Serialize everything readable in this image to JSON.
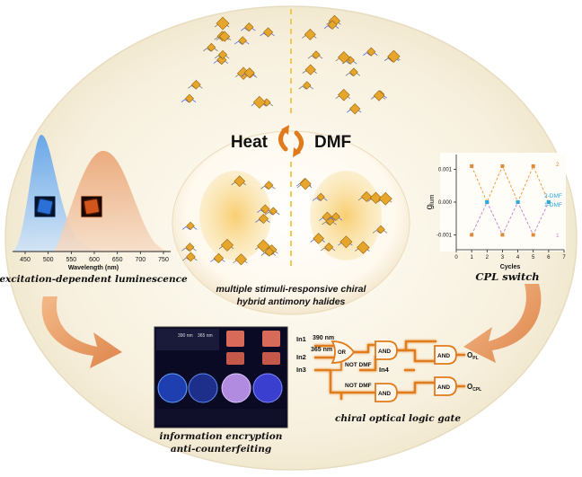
{
  "colors": {
    "outer_bg": "#f6efdc",
    "center_disc": "#fffaf0",
    "orange_arrow": "#e48a4c",
    "blue_peak": "#7fb3e8",
    "orange_peak": "#e7a87a",
    "logic_gate_orange": "#e07b1d",
    "cpl_dashed_orange": "#f0a04a",
    "cpl_dashed_purple": "#c58ad8",
    "cpl_point_blue": "#2aa8e0",
    "octahedron_gold": "#e5a62b"
  },
  "reversible": {
    "heat": "Heat",
    "dmf": "DMF"
  },
  "center": {
    "caption_line1": "multiple stimuli-responsive chiral",
    "caption_line2": "hybrid antimony halides"
  },
  "spectrum": {
    "xlabel": "Wavelength (nm)",
    "ticks": [
      "450",
      "500",
      "550",
      "600",
      "650",
      "700",
      "750"
    ],
    "caption": "excitation-dependent luminescence"
  },
  "cpl": {
    "ylabel_main": "g",
    "ylabel_sub": "lum",
    "xlabel": "Cycles",
    "caption": "CPL switch",
    "y_ticks": [
      "0.001",
      "0.000",
      "-0.001"
    ],
    "x_ticks": [
      "0",
      "1",
      "2",
      "3",
      "4",
      "5",
      "6",
      "7"
    ],
    "legend_2": "2",
    "legend_2dmf": "2-DMF",
    "legend_1dmf": "1-DMF",
    "legend_1": "1"
  },
  "chart_data": {
    "type": "line",
    "title": "",
    "xlabel": "Cycles",
    "ylabel": "glum",
    "xlim": [
      0,
      7
    ],
    "ylim": [
      -0.0014,
      0.0014
    ],
    "grid": false,
    "series": [
      {
        "name": "2",
        "x": [
          1,
          2,
          3,
          4,
          5,
          6
        ],
        "y": [
          0.0011,
          0,
          0.0011,
          0,
          0.0011,
          0
        ]
      },
      {
        "name": "1",
        "x": [
          1,
          2,
          3,
          4,
          5,
          6
        ],
        "y": [
          -0.001,
          0,
          -0.001,
          0,
          -0.001,
          0
        ]
      }
    ]
  },
  "logic": {
    "in1": "In1",
    "in2": "In2",
    "in3": "In3",
    "in4": "In4",
    "nm390": "390 nm",
    "nm365": "365 nm",
    "or_label": "OR",
    "not_dmf_1": "NOT DMF",
    "not_dmf_2": "NOT DMF",
    "and1": "AND",
    "and2": "AND",
    "and3": "AND",
    "and4": "AND",
    "out_pl_main": "O",
    "out_pl_sub": "PL",
    "out_cpl_main": "O",
    "out_cpl_sub": "CPL",
    "caption": "chiral optical logic gate"
  },
  "encryption": {
    "caption_line1": "information encryption",
    "caption_line2": "anti-counterfeiting",
    "panel_nm1": "390 nm",
    "panel_nm2": "365 nm"
  }
}
